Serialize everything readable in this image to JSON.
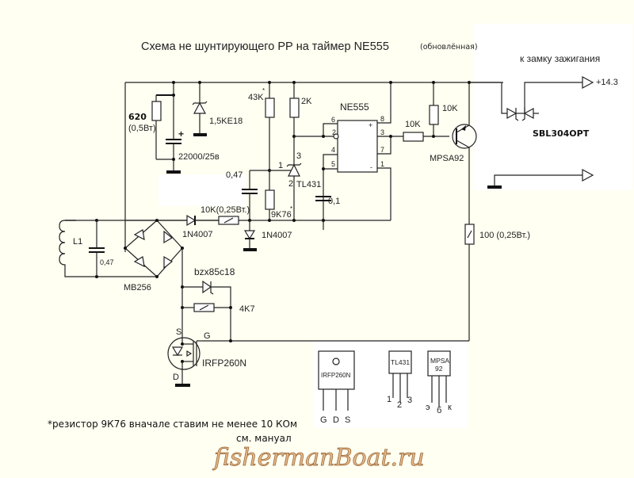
{
  "title": "Схема не шунтирующего РР на таймер NE555",
  "title_suffix": "(обновлённая)",
  "ignition_label": "к замку зажигания",
  "supply_label": "+14.3",
  "components": {
    "r620_value": "620",
    "r620_power": "(0,5Вт)",
    "tvs_label": "1,5KE18",
    "cap_main": "22000/25в",
    "r43k": "43K",
    "r2k": "2K",
    "ic_label": "NE555",
    "r10k_top": "10K",
    "r10k_base": "10K",
    "transistor": "MPSA92",
    "diode_pair": "SBL304OPT",
    "cap047_top": "0,47",
    "tl431": "TL431",
    "cap01": "0,1",
    "r10k_input": "10K(0,25Вт.)",
    "r9k76": "9K76",
    "diode1": "1N4007",
    "diode2": "1N4007",
    "coil": "L1",
    "cap047_coil": "0,47",
    "bridge": "MB256",
    "zener_gate": "bzx85c18",
    "r4k7": "4K7",
    "mosfet": "IRFP260N",
    "r100": "100 (0,25Вт.)",
    "star": "*"
  },
  "pins": {
    "ic": [
      "6",
      "2",
      "4",
      "5",
      "8",
      "3",
      "7",
      "1"
    ],
    "ic_plus": "+",
    "ic_minus": "-",
    "tl431": [
      "1",
      "2",
      "3"
    ],
    "mosfet": [
      "S",
      "G",
      "D"
    ]
  },
  "packages": {
    "irfp": {
      "name": "IRFP260N",
      "pins": [
        "G",
        "D",
        "S"
      ]
    },
    "tl431": {
      "name": "TL431",
      "pins": [
        "1",
        "2",
        "3"
      ]
    },
    "mpsa": {
      "name_line1": "MPSA",
      "name_line2": "92",
      "pins": [
        "э",
        "б",
        "к"
      ]
    }
  },
  "note": "*резистор 9К76 вначале ставим не менее 10 КОм",
  "manual": "см. мануал",
  "watermark": "fishermanBoat.ru"
}
